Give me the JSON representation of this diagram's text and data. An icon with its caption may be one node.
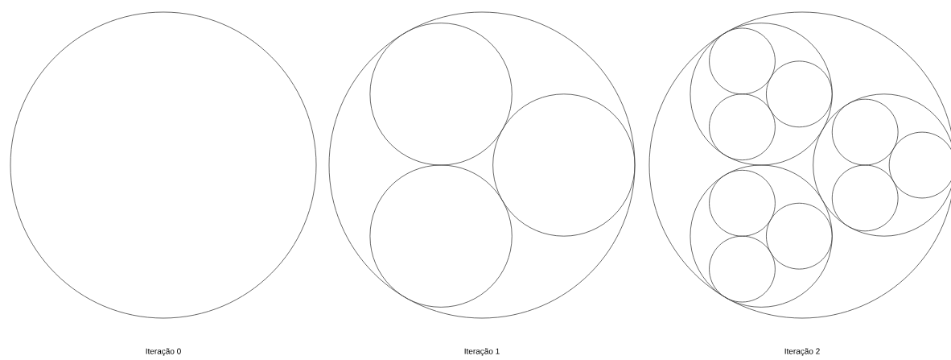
{
  "diagram": {
    "labels": [
      "Iteração 0",
      "Iteração 1",
      "Iteração 2"
    ]
  }
}
